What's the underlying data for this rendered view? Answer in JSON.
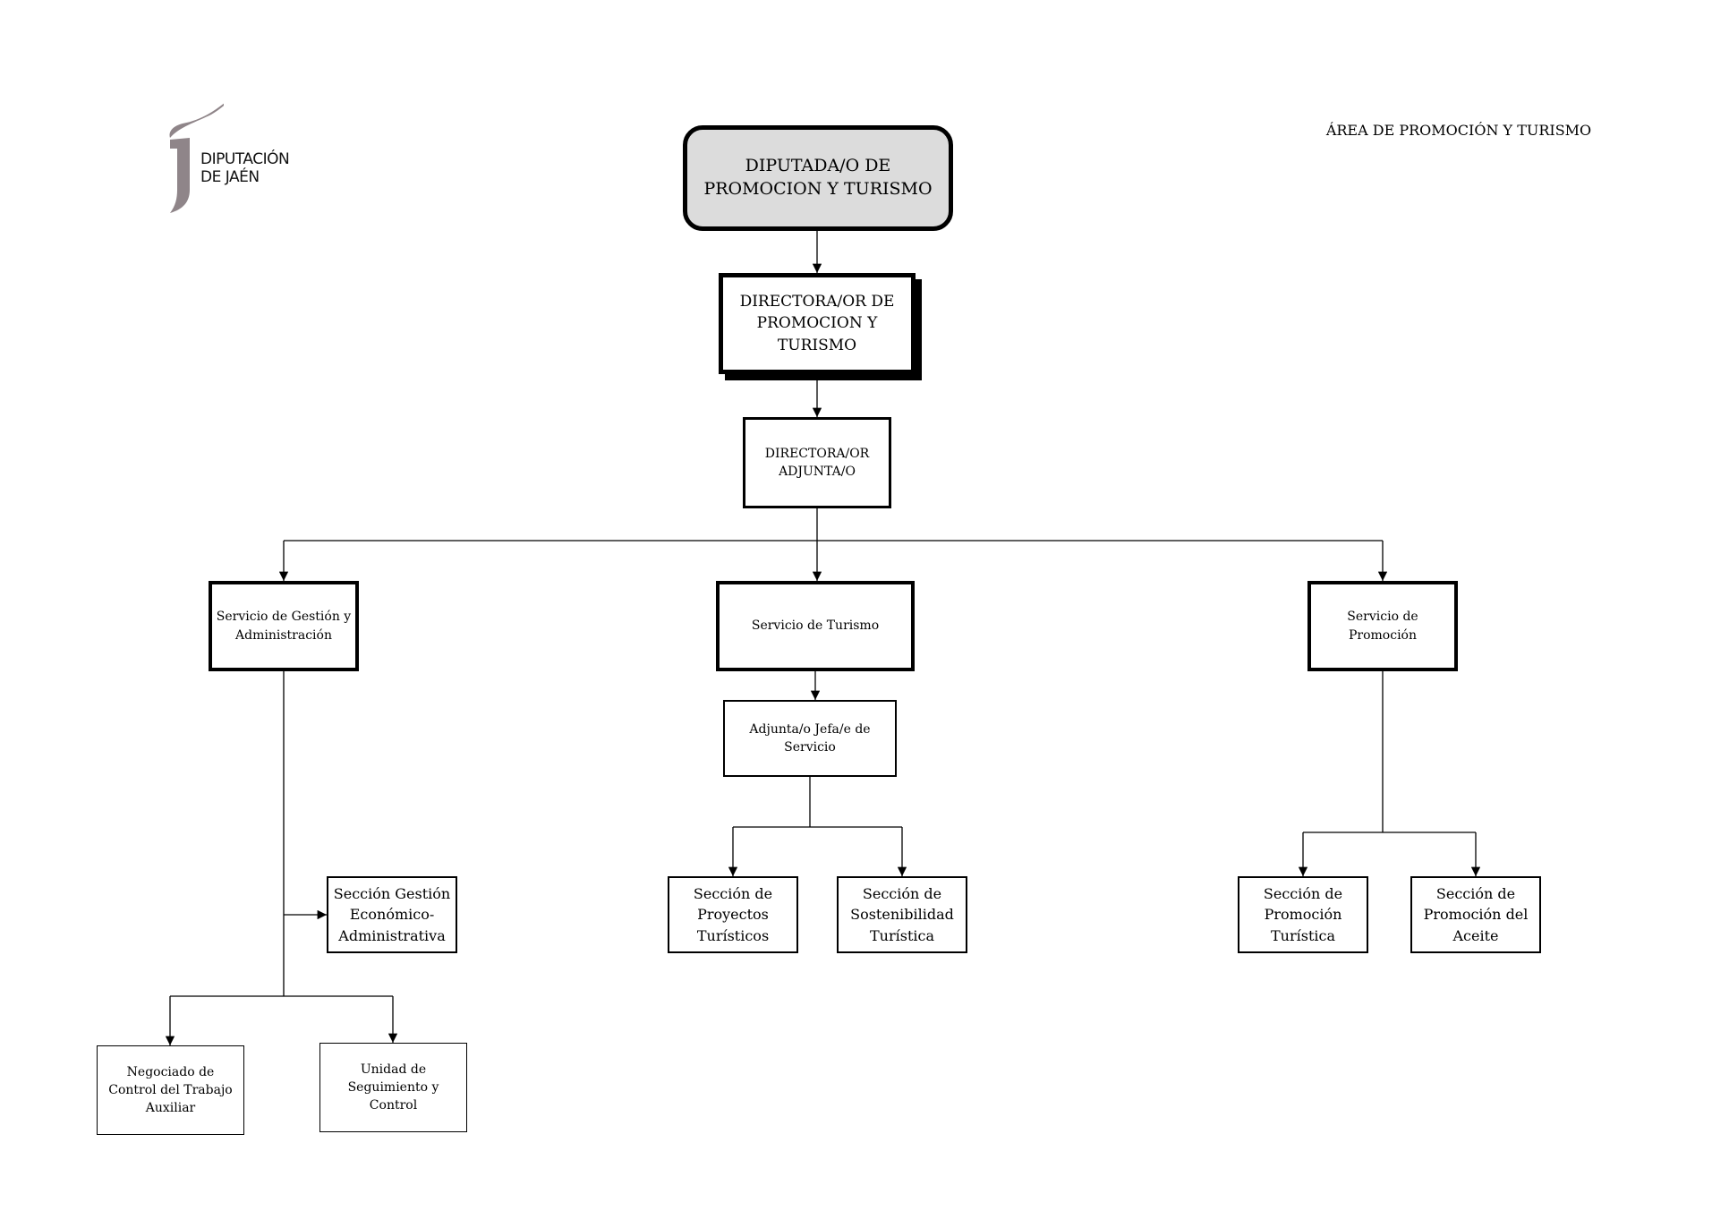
{
  "logo": {
    "line1": "DIPUTACIÓN",
    "line2": "DE JAÉN",
    "color": "#8f8589"
  },
  "area_label": "ÁREA DE  PROMOCIÓN Y TURISMO",
  "org": {
    "diputado": "DIPUTADA/O DE  PROMOCION Y TURISMO",
    "director": "DIRECTORA/OR DE PROMOCION Y TURISMO",
    "director_adjunto": "DIRECTORA/OR ADJUNTA/O",
    "servicio_gestion": "Servicio de Gestión y Administración",
    "servicio_turismo": "Servicio de Turismo",
    "servicio_promocion": "Servicio de Promoción",
    "adjunto_jefe": "Adjunta/o Jefa/e de Servicio",
    "seccion_gestion": "Sección Gestión Económico-Administrativa",
    "seccion_proyectos": "Sección de Proyectos Turísticos",
    "seccion_sostenibilidad": "Sección de Sostenibilidad Turística",
    "seccion_promocion_turistica": "Sección de Promoción Turística",
    "seccion_promocion_aceite": "Sección de Promoción del Aceite",
    "negociado": "Negociado de Control del Trabajo Auxiliar",
    "unidad": "Unidad de Seguimiento y Control"
  }
}
